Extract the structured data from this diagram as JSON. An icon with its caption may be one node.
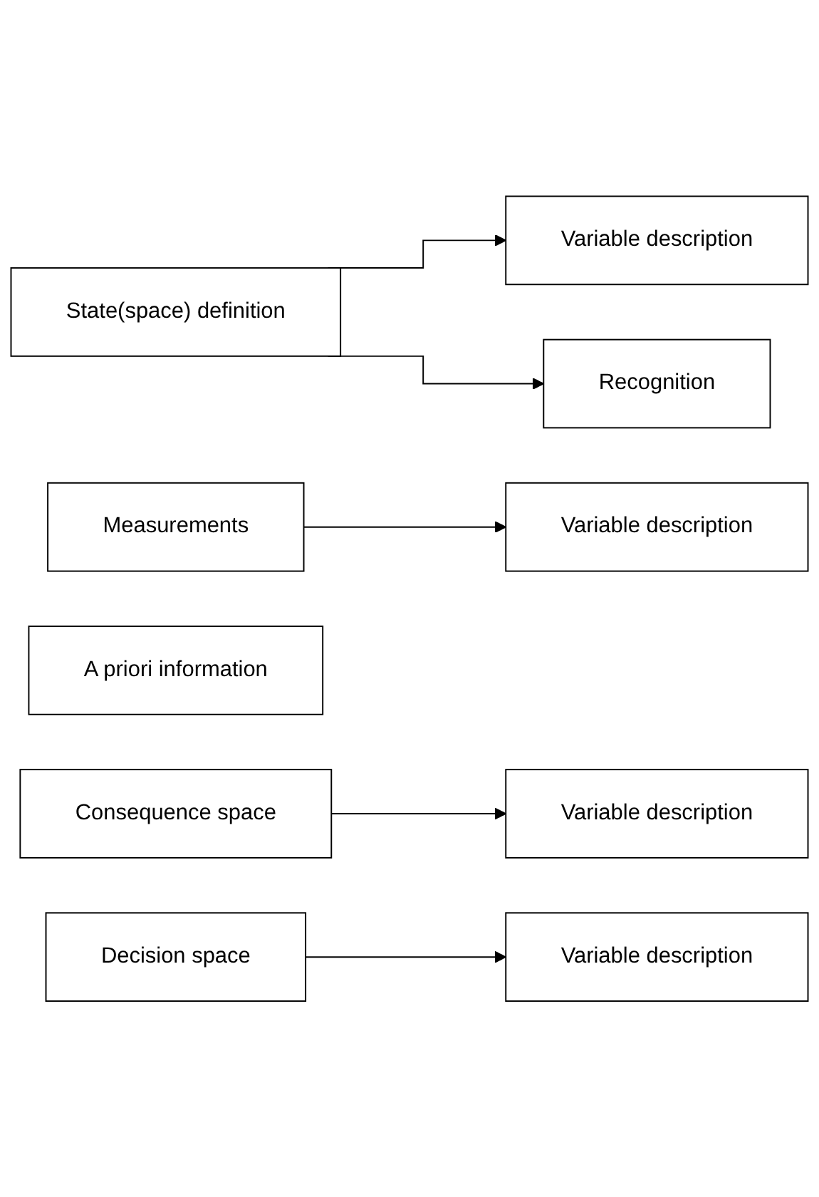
{
  "diagram": {
    "nodes": [
      {
        "text": [
          "State(space) definition"
        ]
      },
      {
        "text": [
          "Variable description"
        ]
      },
      {
        "text": [
          "Recognition"
        ]
      },
      {
        "text": [
          "Measurements"
        ]
      },
      {
        "text": [
          "Variable description"
        ]
      },
      {
        "text": [
          "A priori information"
        ]
      },
      {
        "text": [
          "Consequence space"
        ]
      },
      {
        "text": [
          "Variable description"
        ]
      },
      {
        "text": [
          "Decision space"
        ]
      },
      {
        "text": [
          "Variable description"
        ]
      }
    ],
    "edges": [
      {
        "from": 0,
        "to": 1,
        "arrow": "to"
      },
      {
        "from": 0,
        "to": 2,
        "arrow": "to"
      },
      {
        "from": 3,
        "to": 4,
        "arrow": "to"
      },
      {
        "from": 6,
        "to": 7,
        "arrow": "to"
      },
      {
        "from": 8,
        "to": 9,
        "arrow": "to"
      }
    ]
  }
}
